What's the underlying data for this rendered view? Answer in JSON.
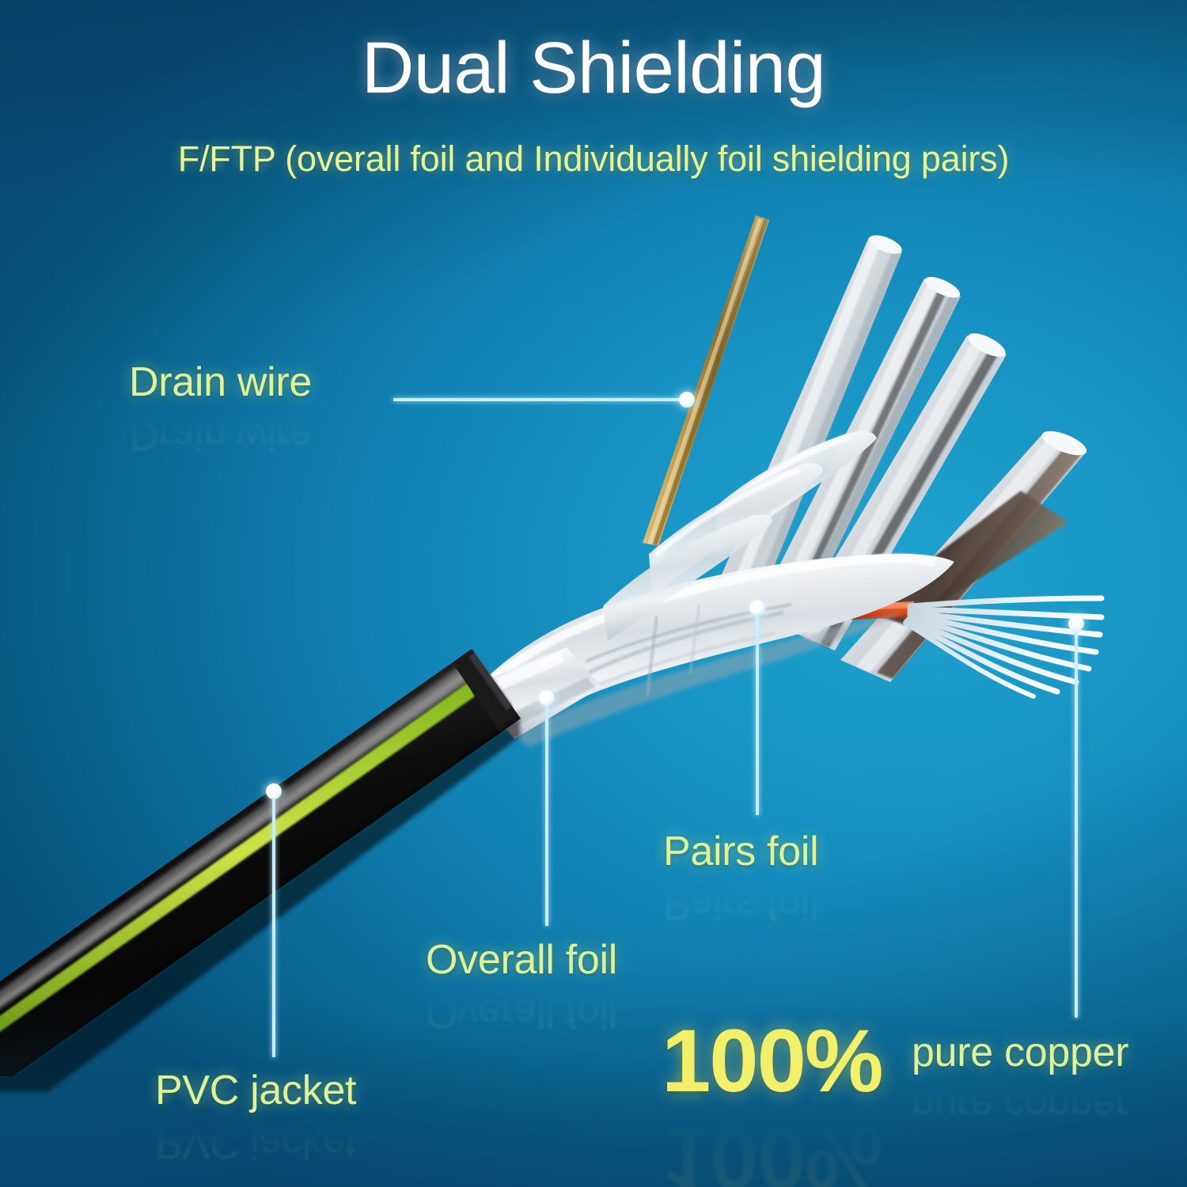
{
  "heading": {
    "title": "Dual Shielding",
    "subtitle": "F/FTP (overall foil and Individually foil shielding pairs)"
  },
  "callouts": [
    {
      "id": "drain-wire",
      "label": "Drain wire"
    },
    {
      "id": "pairs-foil",
      "label": "Pairs foil"
    },
    {
      "id": "overall-foil",
      "label": "Overall foil"
    },
    {
      "id": "pvc-jacket",
      "label": "PVC jacket"
    },
    {
      "id": "pure-copper",
      "label": "pure copper"
    }
  ],
  "highlight": {
    "percent": "100%",
    "percent_caption": "pure copper"
  },
  "colors": {
    "background_light": "#1fa2cf",
    "background_dark": "#07527c",
    "title_text": "#ffffff",
    "label_text": "#ddf29a",
    "percent_text": "#f2ef6a",
    "leader_line": "#c9eefb",
    "jacket": "#141414",
    "jacket_stripe": "#c3e03a",
    "foil": "#e8edf1",
    "drain_wire": "#c9a659",
    "copper_insulation": "#e0501e"
  }
}
